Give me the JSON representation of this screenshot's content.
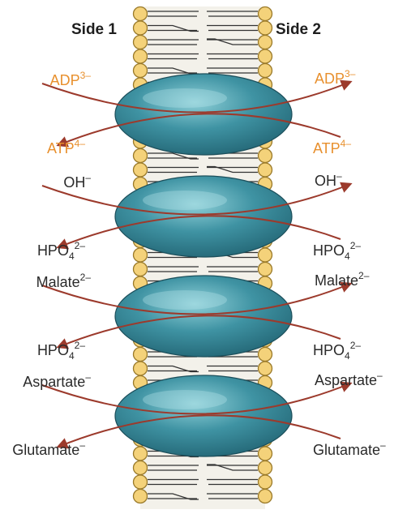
{
  "sides": {
    "left": "Side 1",
    "right": "Side 2"
  },
  "colors": {
    "arrow": "#9c3a2c",
    "orange_label": "#e8902e",
    "dark_label": "#2a2a2a",
    "protein": "#2f7f8f",
    "head_fill": "#f4d27a",
    "head_stroke": "#9a7a2a"
  },
  "transporters": [
    {
      "left_top": {
        "base": "ADP",
        "sup": "3–",
        "color": "orange"
      },
      "right_top": {
        "base": "ADP",
        "sup": "3–",
        "color": "orange"
      },
      "left_bottom": {
        "base": "ATP",
        "sup": "4–",
        "color": "orange"
      },
      "right_bottom": {
        "base": "ATP",
        "sup": "4–",
        "color": "orange"
      }
    },
    {
      "left_top": {
        "base": "OH",
        "sup": "–",
        "color": "dark"
      },
      "right_top": {
        "base": "OH",
        "sup": "–",
        "color": "dark"
      },
      "left_bottom": {
        "base": "HPO",
        "sub": "4",
        "sup": "2–",
        "color": "dark"
      },
      "right_bottom": {
        "base": "HPO",
        "sub": "4",
        "sup": "2–",
        "color": "dark"
      }
    },
    {
      "left_top": {
        "base": "Malate",
        "sup": "2–",
        "color": "dark"
      },
      "right_top": {
        "base": "Malate",
        "sup": "2–",
        "color": "dark"
      },
      "left_bottom": {
        "base": "HPO",
        "sub": "4",
        "sup": "2–",
        "color": "dark"
      },
      "right_bottom": {
        "base": "HPO",
        "sub": "4",
        "sup": "2–",
        "color": "dark"
      }
    },
    {
      "left_top": {
        "base": "Aspartate",
        "sup": "–",
        "color": "dark"
      },
      "right_top": {
        "base": "Aspartate",
        "sup": "–",
        "color": "dark"
      },
      "left_bottom": {
        "base": "Glutamate",
        "sup": "–",
        "color": "dark"
      },
      "right_bottom": {
        "base": "Glutamate",
        "sup": "–",
        "color": "dark"
      }
    }
  ]
}
